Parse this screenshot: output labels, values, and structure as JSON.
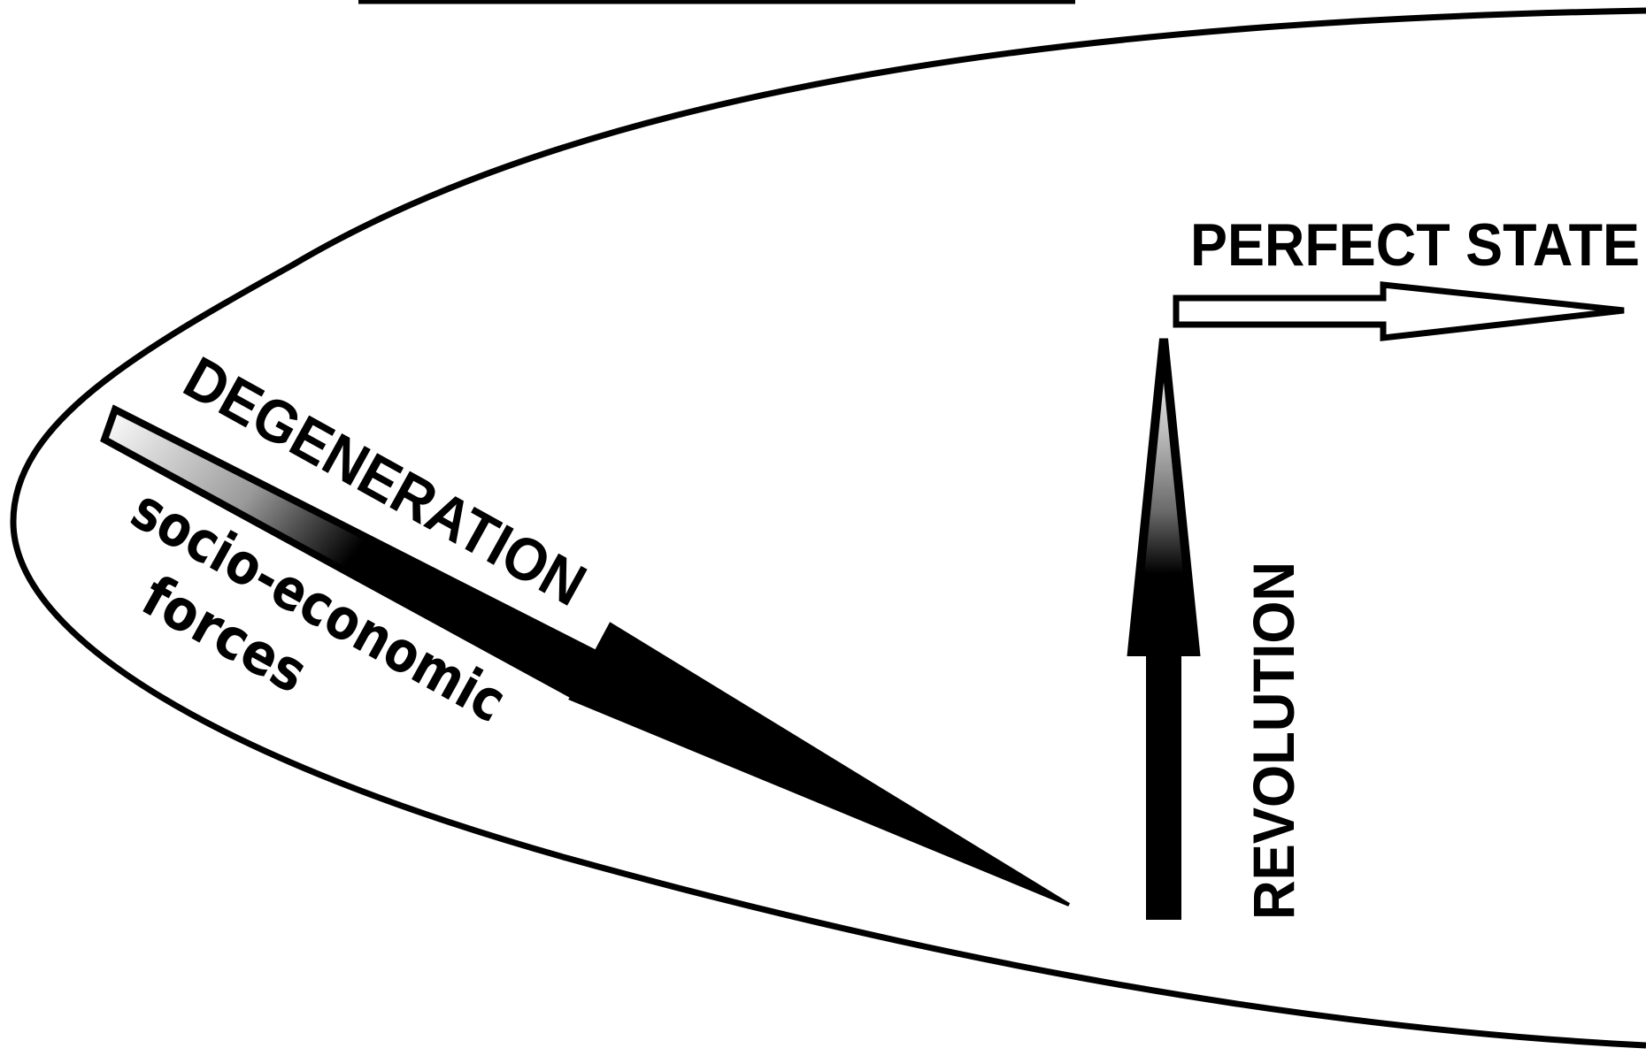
{
  "labels": {
    "perfect_state": "PERFECT STATE",
    "degeneration": "DEGENERATION",
    "socio_economic_line1": "socio-economic",
    "socio_economic_line2": "forces",
    "revolution": "REVOLUTION"
  },
  "colors": {
    "ink": "#000000",
    "paper": "#ffffff",
    "shade": "#8c8c8c"
  }
}
